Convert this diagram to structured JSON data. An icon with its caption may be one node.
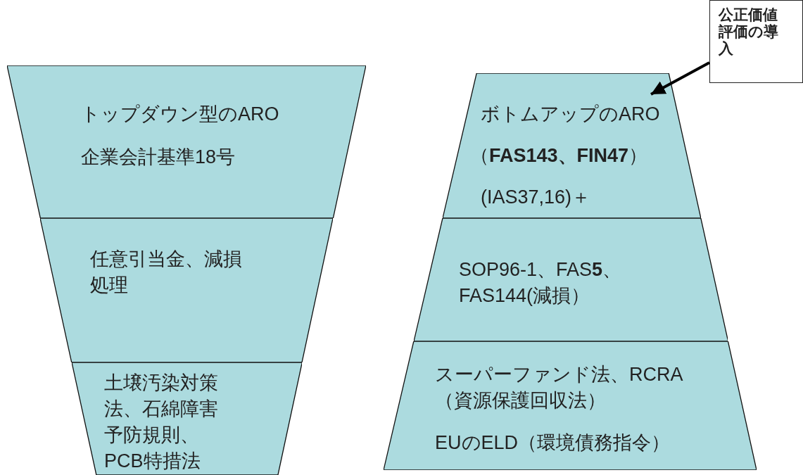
{
  "diagram": {
    "nodes": [
      {
        "text": [
          "公正価値評価の導入"
        ]
      },
      {
        "text": [
          "トップダウン型のARO",
          "企業会計基準18号"
        ]
      },
      {
        "text": [
          "任意引当金、減損処理"
        ]
      },
      {
        "text": [
          "土壌汚染対策法、石綿障害予防規則、PCB特措法"
        ]
      },
      {
        "text": [
          "ボトムアップのARO",
          "（**FAS143、FIN47**）",
          "(IAS37,16)＋"
        ]
      },
      {
        "text": [
          "SOP96-1、FAS**5**、 FAS144(減損）"
        ]
      },
      {
        "text": [
          "スーパーファンド法、RCRA（資源保護回収法）",
          "EUのELD（環境債務指令）"
        ]
      }
    ],
    "edges": [
      {
        "from": 0,
        "to": 4,
        "arrow": "to"
      }
    ]
  }
}
